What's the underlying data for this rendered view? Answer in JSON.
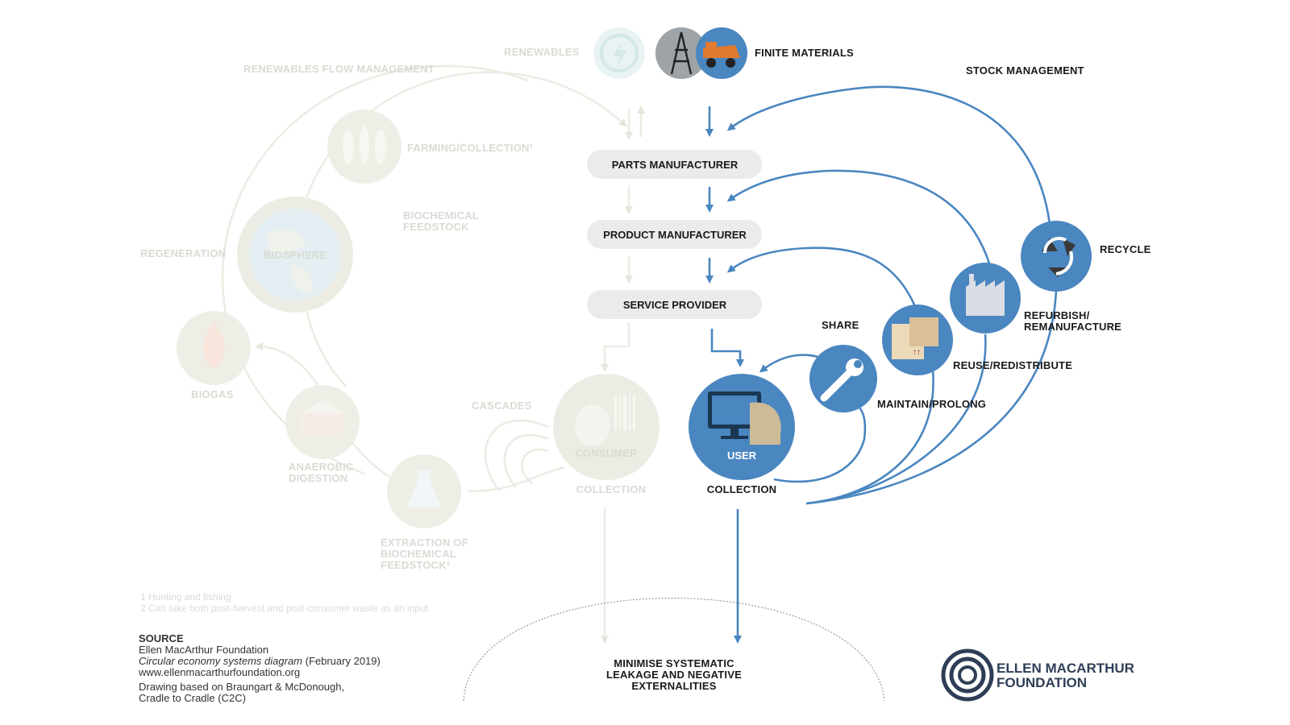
{
  "left_loop": {
    "heading": "RENEWABLES FLOW MANAGEMENT",
    "renewables": "RENEWABLES",
    "farming": "FARMING/COLLECTION¹",
    "biochemical_feedstock": [
      "BIOCHEMICAL",
      "FEEDSTOCK"
    ],
    "regeneration": "REGENERATION",
    "biosphere": "BIOSPHERE",
    "biogas": "BIOGAS",
    "anaerobic": [
      "ANAEROBIC",
      "DIGESTION"
    ],
    "extraction": [
      "EXTRACTION OF",
      "BIOCHEMICAL",
      "FEEDSTOCK²"
    ],
    "cascades": "CASCADES",
    "consumer": "CONSUMER",
    "collection": "COLLECTION",
    "footnotes": [
      "1 Hunting and fishing",
      "2 Can take both post-harvest and post-consumer waste as an input"
    ]
  },
  "right_loop": {
    "finite_materials": "FINITE MATERIALS",
    "stock_management": "STOCK MANAGEMENT",
    "chain": [
      "PARTS MANUFACTURER",
      "PRODUCT MANUFACTURER",
      "SERVICE PROVIDER"
    ],
    "user": "USER",
    "collection": "COLLECTION",
    "share": "SHARE",
    "maintain": "MAINTAIN/PROLONG",
    "reuse": "REUSE/REDISTRIBUTE",
    "refurbish": [
      "REFURBISH/",
      "REMANUFACTURE"
    ],
    "recycle": "RECYCLE",
    "leakage": [
      "MINIMISE SYSTEMATIC",
      "LEAKAGE AND NEGATIVE",
      "EXTERNALITIES"
    ]
  },
  "source": {
    "heading": "SOURCE",
    "org": "Ellen MacArthur Foundation",
    "title": "Circular economy systems diagram",
    "date": " (February 2019)",
    "url": "www.ellenmacarthurfoundation.org",
    "drawing": [
      "Drawing based on Braungart & McDonough,",
      "Cradle to Cradle (C2C)"
    ]
  },
  "logo": {
    "lines": [
      "ELLEN MACARTHUR",
      "FOUNDATION"
    ]
  },
  "icons": [
    "lightning-icon",
    "oil-rig-icon",
    "mining-truck-icon",
    "wheat-fish-icon",
    "globe-icon",
    "flame-icon",
    "soil-icon",
    "flask-icon",
    "barcode-icon",
    "computer-icon",
    "wrench-icon",
    "boxes-icon",
    "factory-icon",
    "recycle-icon"
  ],
  "colors": {
    "blue": "#4a86c0",
    "faint": "#ecece4",
    "ink": "#1a1a1a",
    "box": "#ebebeb"
  }
}
